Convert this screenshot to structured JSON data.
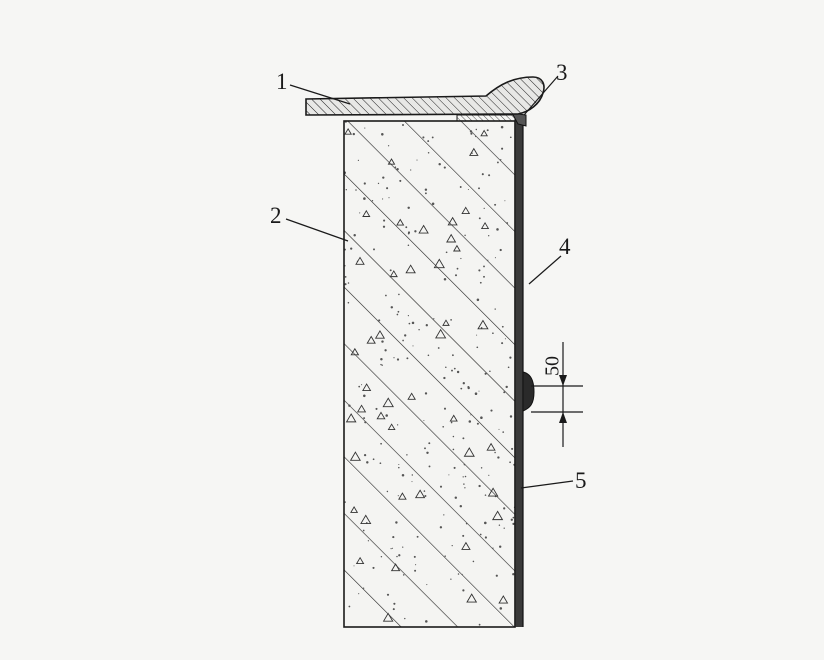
{
  "diagram": {
    "callouts": [
      {
        "id": "1",
        "text": "1"
      },
      {
        "id": "2",
        "text": "2"
      },
      {
        "id": "3",
        "text": "3"
      },
      {
        "id": "4",
        "text": "4"
      },
      {
        "id": "5",
        "text": "5"
      }
    ],
    "dimension": {
      "text": "50"
    },
    "colors": {
      "ink": "#1a1a1a",
      "paper": "#f6f6f4"
    }
  }
}
